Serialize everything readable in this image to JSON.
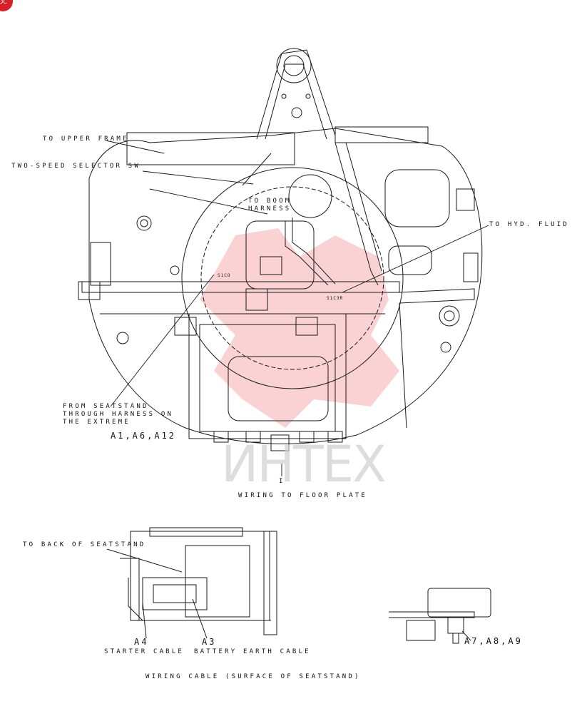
{
  "badge": "DC",
  "watermark": "ИНТЕХ",
  "labels": {
    "to_upper_frame": "TO UPPER FRAME",
    "two_speed_selector": "TWO-SPEED SELECTOR SW",
    "to_boom_harness_1": "TO BOOM",
    "to_boom_harness_2": "HARNESS",
    "to_hyd_fluid": "TO HYD. FLUID",
    "from_seatstand_1": "FROM SEATSTAND",
    "from_seatstand_2": "THROUGH HARNESS ON",
    "from_seatstand_3": "THE EXTREME",
    "a1_a6_a12": "A1,A6,A12",
    "wiring_to_floor": "WIRING TO FLOOR PLATE",
    "i_mark": "I",
    "to_back_seatstand": "TO BACK OF SEATSTAND",
    "a4": "A4",
    "a3": "A3",
    "starter_cable": "STARTER CABLE",
    "battery_earth": "BATTERY EARTH CABLE",
    "a7_a8_a9": "A7,A8,A9",
    "wiring_cable": "WIRING CABLE (SURFACE OF SEATSTAND)",
    "small_tag_1": "S1CO",
    "small_tag_2": "S1C3R"
  },
  "colors": {
    "line": "#1a1a1a",
    "watermark_red": "#e8343a"
  }
}
